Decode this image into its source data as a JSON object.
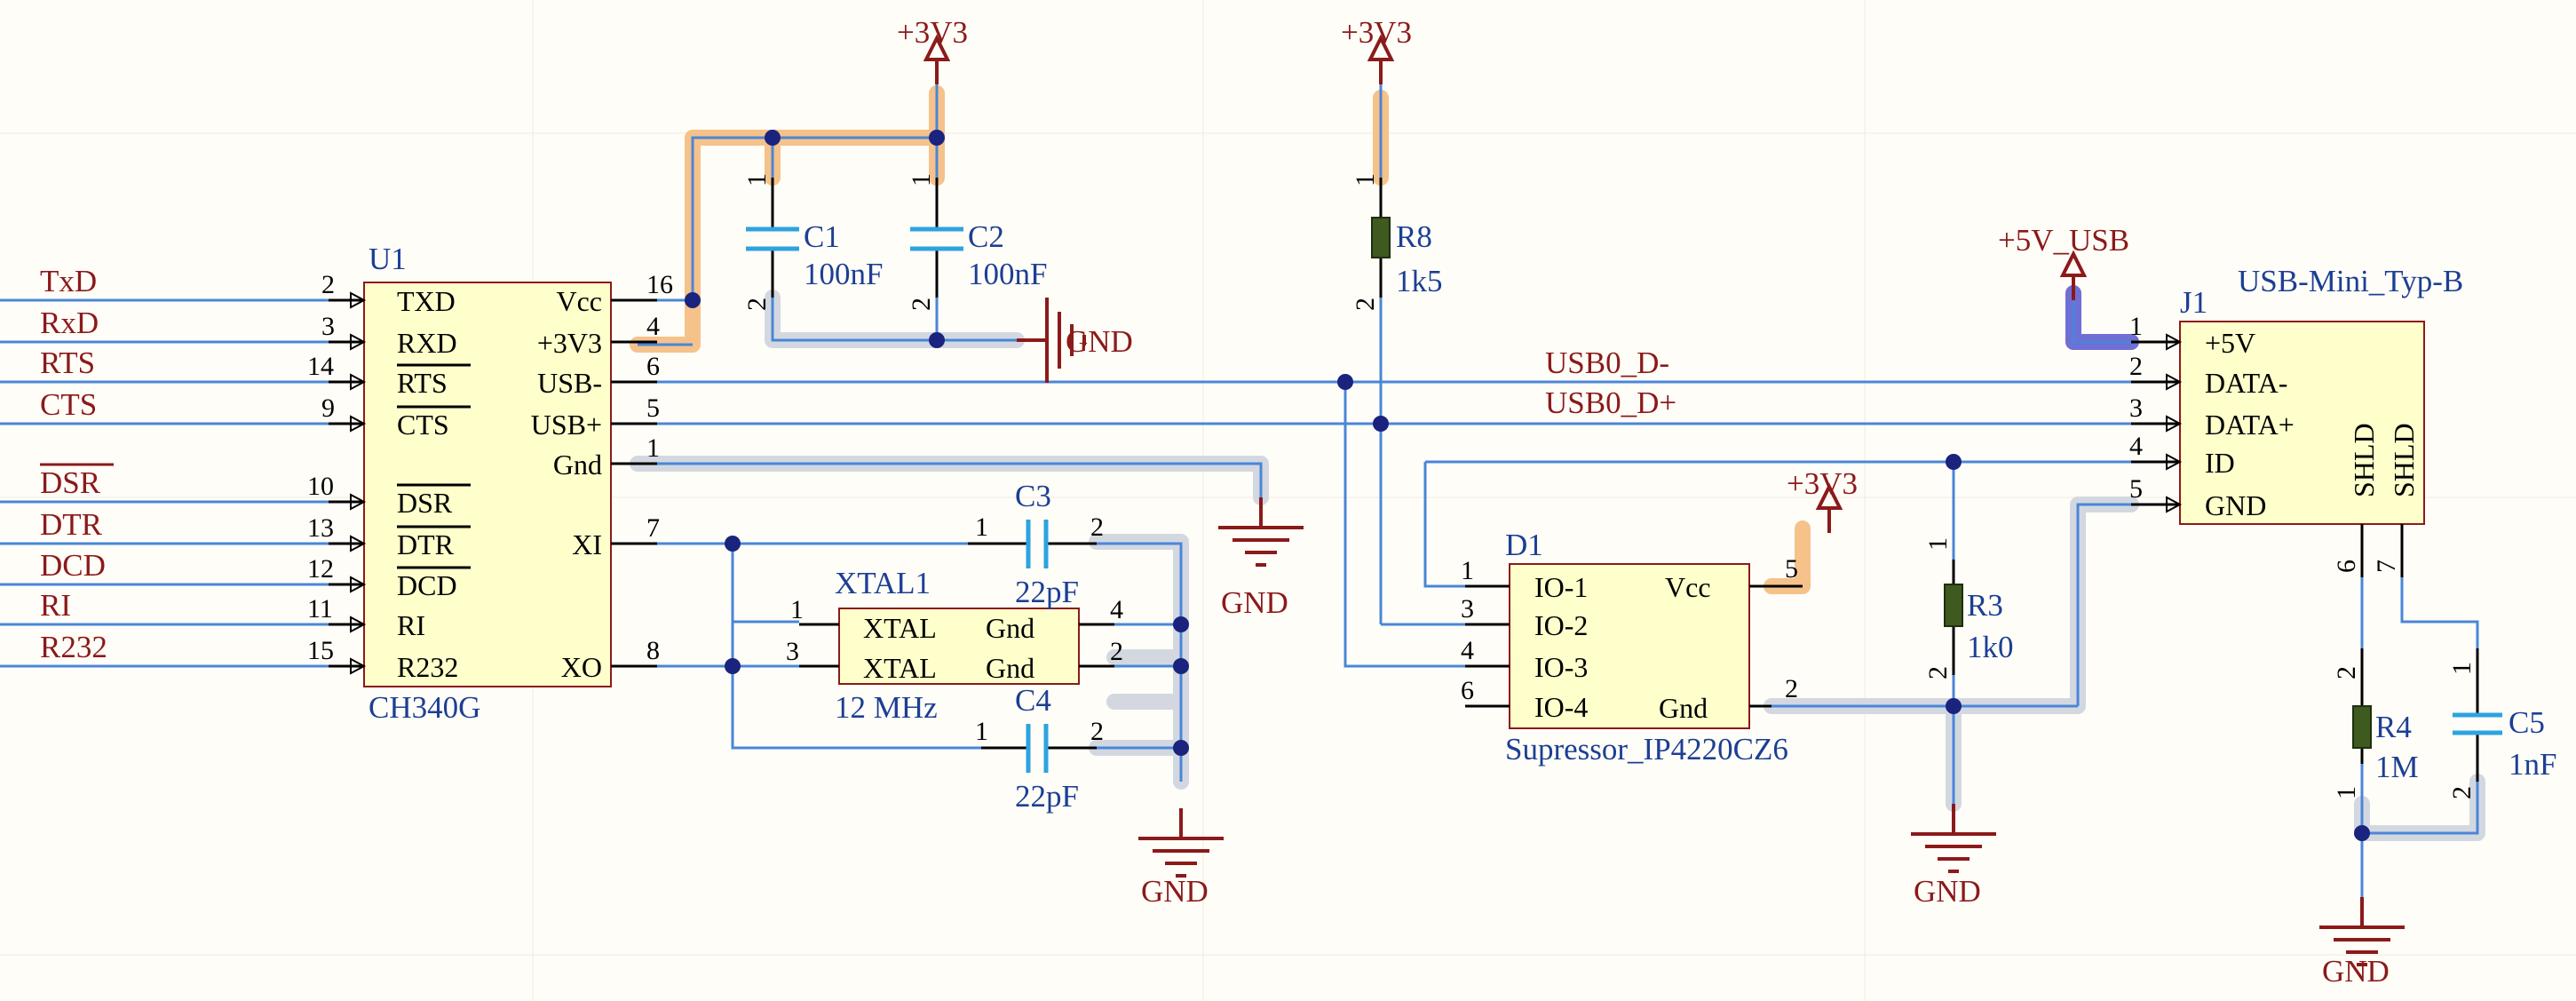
{
  "ports": {
    "txd": "TxD",
    "rxd": "RxD",
    "rts": "RTS",
    "cts": "CTS",
    "dsr": "DSR",
    "dtr": "DTR",
    "dcd": "DCD",
    "ri": "RI",
    "r232": "R232"
  },
  "u1": {
    "designator": "U1",
    "part": "CH340G",
    "pins_left": [
      "TXD",
      "RXD",
      "RTS",
      "CTS",
      "DSR",
      "DTR",
      "DCD",
      "RI",
      "R232"
    ],
    "pins_left_nums": [
      "2",
      "3",
      "14",
      "9",
      "10",
      "13",
      "12",
      "11",
      "15"
    ],
    "pins_right": [
      "Vcc",
      "+3V3",
      "USB-",
      "USB+",
      "Gnd",
      "XI",
      "XO"
    ],
    "pins_right_nums": [
      "16",
      "4",
      "6",
      "5",
      "1",
      "7",
      "8"
    ]
  },
  "c1": {
    "designator": "C1",
    "value": "100nF"
  },
  "c2": {
    "designator": "C2",
    "value": "100nF"
  },
  "c3": {
    "designator": "C3",
    "value": "22pF"
  },
  "c4": {
    "designator": "C4",
    "value": "22pF"
  },
  "c5": {
    "designator": "C5",
    "value": "1nF"
  },
  "r8": {
    "designator": "R8",
    "value": "1k5"
  },
  "r3": {
    "designator": "R3",
    "value": "1k0"
  },
  "r4": {
    "designator": "R4",
    "value": "1M"
  },
  "xtal1": {
    "designator": "XTAL1",
    "value": "12 MHz",
    "pins_left": [
      "XTAL",
      "XTAL"
    ],
    "pins_right": [
      "Gnd",
      "Gnd"
    ],
    "nums": [
      "1",
      "3",
      "4",
      "2"
    ]
  },
  "d1": {
    "designator": "D1",
    "part": "Supressor_IP4220CZ6",
    "pins_left": [
      "IO-1",
      "IO-2",
      "IO-3",
      "IO-4"
    ],
    "pins_left_nums": [
      "1",
      "3",
      "4",
      "6"
    ],
    "pins_right": [
      "Vcc",
      "Gnd"
    ],
    "pins_right_nums": [
      "5",
      "2"
    ]
  },
  "j1": {
    "designator": "J1",
    "part": "USB-Mini_Typ-B",
    "pins": [
      "+5V",
      "DATA-",
      "DATA+",
      "ID",
      "GND"
    ],
    "pin_nums": [
      "1",
      "2",
      "3",
      "4",
      "5"
    ],
    "shld": [
      "SHLD",
      "SHLD"
    ],
    "shld_nums": [
      "6",
      "7"
    ]
  },
  "nets": {
    "v33": "+3V3",
    "gnd": "GND",
    "v5usb": "+5V_USB",
    "usb_dm": "USB0_D-",
    "usb_dp": "USB0_D+"
  },
  "pin_nums_2": {
    "one": "1",
    "two": "2"
  }
}
